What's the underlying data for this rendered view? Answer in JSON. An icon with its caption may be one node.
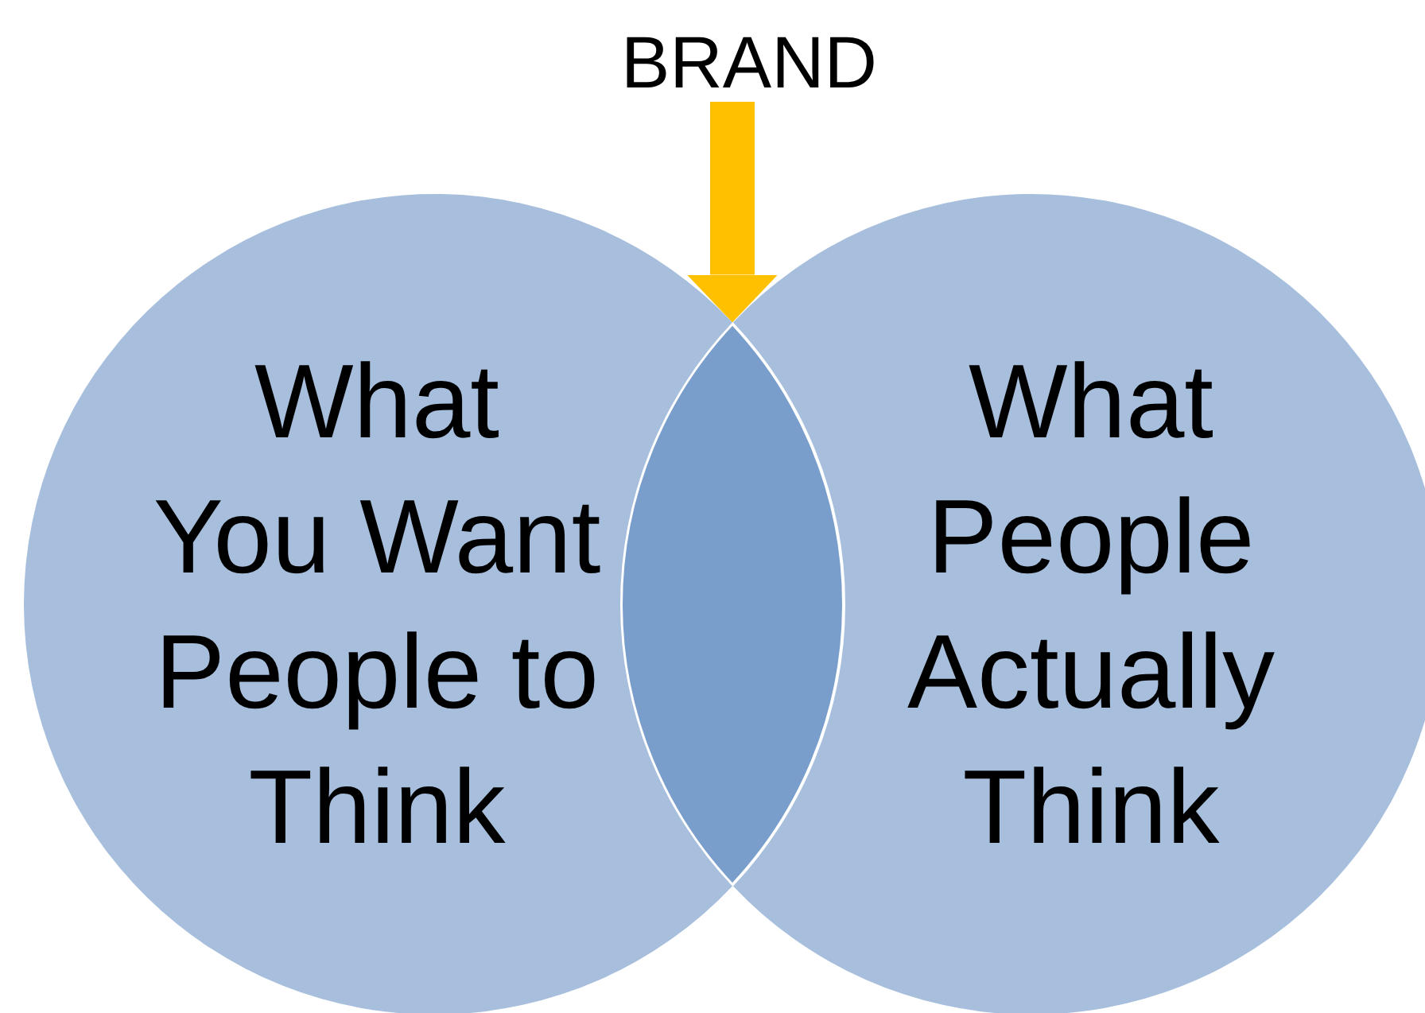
{
  "diagram": {
    "nodes": [
      {
        "text": [
          "BRAND"
        ]
      },
      {
        "text": [
          "What You Want People to Think"
        ]
      },
      {
        "text": [
          "What People Actually Think"
        ]
      },
      {
        "text": [],
        "shape": "lens"
      }
    ],
    "edges": [
      {
        "from": 0,
        "to": 3,
        "arrow": "to",
        "color": "#ffc000"
      }
    ]
  }
}
